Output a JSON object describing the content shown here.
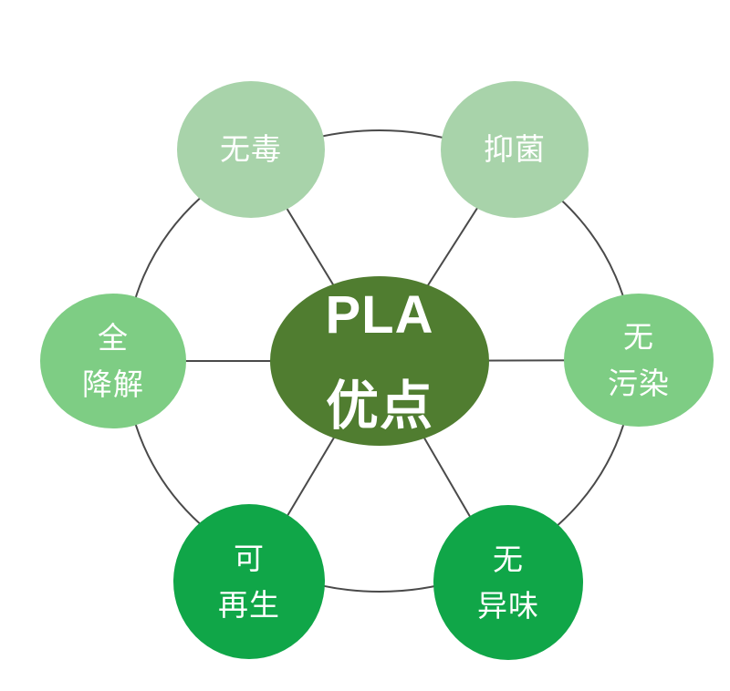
{
  "diagram": {
    "title": "PLA advantages hub-and-spoke diagram",
    "background_color": "#ffffff",
    "connector_color": "#4a4a4a",
    "text_color": "#ffffff",
    "center": {
      "id": "pla-advantages",
      "line1": "PLA",
      "line2": "优点",
      "color": "#507d30"
    },
    "nodes": [
      {
        "id": "non-toxic",
        "label": "无毒",
        "color": "#a8d3aa"
      },
      {
        "id": "antibacterial",
        "label": "抑菌",
        "color": "#a8d3aa"
      },
      {
        "id": "fully-degradable",
        "label": "全\n降解",
        "color": "#7ecd84"
      },
      {
        "id": "pollution-free",
        "label": "无\n污染",
        "color": "#7ecd84"
      },
      {
        "id": "renewable",
        "label": "可\n再生",
        "color": "#10a648"
      },
      {
        "id": "odor-free",
        "label": "无\n异味",
        "color": "#10a648"
      }
    ]
  }
}
